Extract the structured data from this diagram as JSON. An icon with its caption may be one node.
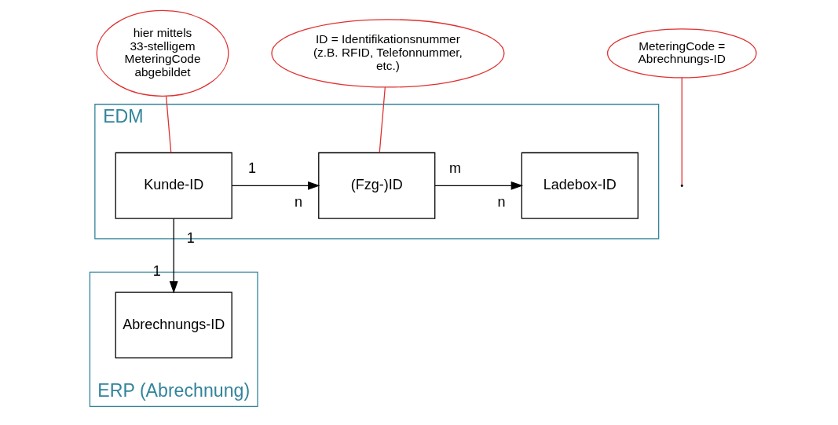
{
  "diagram": {
    "nodes": [
      {
        "text": [
          "EDM"
        ]
      },
      {
        "text": [
          "Kunde-ID"
        ],
        "in": 0
      },
      {
        "text": [
          "(Fzg-)ID"
        ],
        "in": 0
      },
      {
        "text": [
          "Ladebox-ID"
        ],
        "in": 0
      },
      {
        "text": [
          "hier mittels 33-stelligem MeteringCode abgebildet"
        ]
      },
      {
        "text": [
          "ID = Identifikationsnummer (z.B. RFID, Telefonnummer, etc.)"
        ]
      },
      {
        "text": [
          "MeteringCode = Abrechnungs-ID"
        ]
      },
      {
        "text": [
          "ERP (Abrechnung)"
        ]
      },
      {
        "text": [
          "Abrechnungs-ID"
        ],
        "in": 7
      }
    ],
    "edges": [
      {
        "from": 1,
        "to": 2,
        "arrow": "to"
      },
      {
        "from": 2,
        "to": 3,
        "arrow": "to"
      },
      {
        "from": 1,
        "to": 8,
        "arrow": "to"
      },
      {
        "from": 4,
        "to": 1,
        "arrow": "none",
        "color": "#e03030"
      },
      {
        "from": 5,
        "to": 2,
        "arrow": "none",
        "color": "#e03030"
      },
      {
        "from": 6,
        "to": null,
        "arrow": "none",
        "color": "#e03030"
      }
    ],
    "labels": [
      "1",
      "n",
      "m",
      "n",
      "1",
      "1"
    ]
  }
}
